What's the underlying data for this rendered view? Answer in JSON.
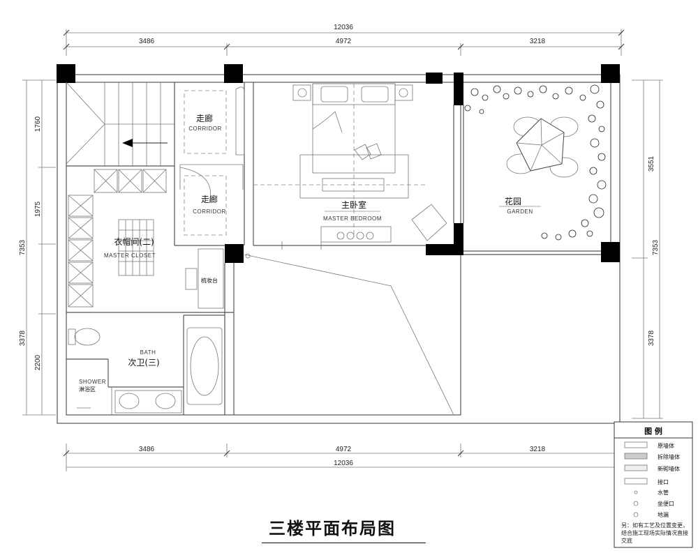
{
  "title": "三楼平面布局图",
  "dimensions": {
    "top_total": "12036",
    "top_segments": [
      "3486",
      "4972",
      "3218"
    ],
    "bottom_segments": [
      "3486",
      "4972",
      "3218"
    ],
    "bottom_total": "12036",
    "left_total": "7353",
    "left_segments": [
      "1760",
      "1975",
      "3378",
      "2200"
    ],
    "right_segments": [
      "3551",
      "3378"
    ],
    "right_total": "7353"
  },
  "rooms": {
    "corridor_1": {
      "cn": "走廊",
      "en": "CORRIDOR"
    },
    "corridor_2": {
      "cn": "走廊",
      "en": "CORRIDOR"
    },
    "master_bedroom": {
      "cn": "主卧室",
      "en": "MASTER BEDROOM"
    },
    "garden": {
      "cn": "花园",
      "en": "GARDEN"
    },
    "closet": {
      "cn": "衣帽间(二)",
      "en": "MASTER CLOSET"
    },
    "dresser": {
      "cn": "梳妆台"
    },
    "bath": {
      "cn": "次卫(三)",
      "en": "BATH"
    },
    "shower": {
      "cn": "淋浴区",
      "en": "SHOWER"
    }
  },
  "legend": {
    "title": "图  例",
    "items": [
      {
        "label": "原墙体"
      },
      {
        "label": "拆除墙体"
      },
      {
        "label": "新砌墙体"
      },
      {
        "label": "接口"
      },
      {
        "label": "水管"
      },
      {
        "label": "坐便口"
      },
      {
        "label": "地漏"
      }
    ],
    "note": "另：如有工艺及位置变更，结合施工现场实际情况直接交底"
  }
}
